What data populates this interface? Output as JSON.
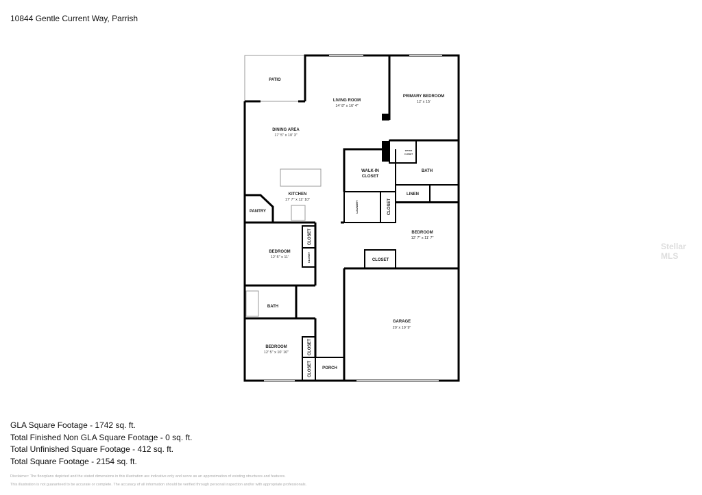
{
  "title": "10844 Gentle Current Way, Parrish",
  "rooms": {
    "patio": {
      "label": "PATIO"
    },
    "living": {
      "label": "LIVING ROOM",
      "dims": "14' 8\" x 16' 4\""
    },
    "primary": {
      "label": "PRIMARY BEDROOM",
      "dims": "12' x 15'"
    },
    "dining": {
      "label": "DINING AREA",
      "dims": "17' 5\" x 10' 3\""
    },
    "kitchen": {
      "label": "KITCHEN",
      "dims": "17' 7\" x 12' 10\""
    },
    "pantry": {
      "label": "PANTRY"
    },
    "walkin": {
      "label1": "WALK-IN",
      "label2": "CLOSET"
    },
    "water_closet": {
      "label1": "WATER",
      "label2": "CLOSET"
    },
    "bath1": {
      "label": "BATH"
    },
    "linen": {
      "label": "LINEN"
    },
    "laundry": {
      "label": "LAUNDRY"
    },
    "closet_a": {
      "label": "CLOSET"
    },
    "bedroom_right": {
      "label": "BEDROOM",
      "dims": "12' 7\" x 11' 7\""
    },
    "closet_b": {
      "label": "CLOSET"
    },
    "bedroom_left": {
      "label": "BEDROOM",
      "dims": "12' 5\" x 11'"
    },
    "closet_c": {
      "label": "CLOSET"
    },
    "closet_d": {
      "label": "CLOSET"
    },
    "bath2": {
      "label": "BATH"
    },
    "bedroom_bottom": {
      "label": "BEDROOM",
      "dims": "12' 5\" x 10' 10\""
    },
    "closet_e": {
      "label": "CLOSET"
    },
    "closet_f": {
      "label": "CLOSET"
    },
    "porch": {
      "label": "PORCH"
    },
    "garage": {
      "label": "GARAGE",
      "dims": "20' x 19' 9\""
    }
  },
  "stats": [
    "GLA Square Footage - 1742 sq. ft.",
    "Total Finished Non GLA Square Footage - 0 sq. ft.",
    "Total Unfinished Square Footage - 412 sq. ft.",
    "Total Square Footage - 2154 sq. ft."
  ],
  "disclaimer": [
    "Disclaimer: The floorplans depicted and the stated dimensions in this illustration are indicative only and serve as an approximation of existing structures and features.",
    "This illustration is not guaranteed to be accurate or complete. The accuracy of all information should be verified through personal inspection and/or with appropriate professionals."
  ],
  "watermark": "Stellar MLS"
}
